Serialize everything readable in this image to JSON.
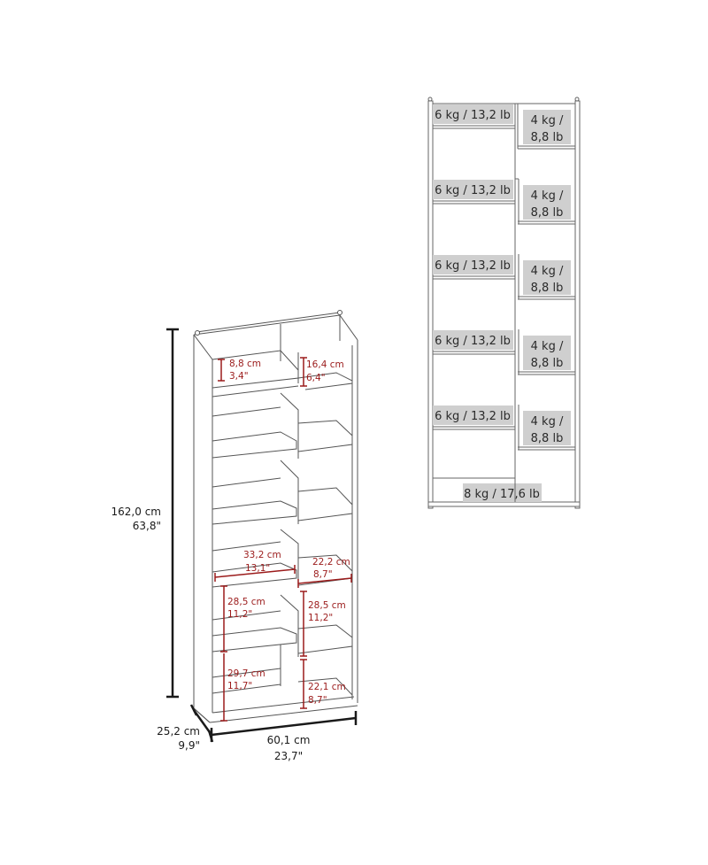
{
  "colors": {
    "background": "#ffffff",
    "outline": "#555555",
    "dimension_black": "#1a1a1a",
    "dimension_red": "#9b1b1b",
    "load_label_bg": "#cfcfcf"
  },
  "overall_dimensions": {
    "height": {
      "cm": "162,0 cm",
      "in": "63,8\""
    },
    "depth": {
      "cm": "25,2 cm",
      "in": "9,9\""
    },
    "width": {
      "cm": "60,1 cm",
      "in": "23,7\""
    }
  },
  "internal_dimensions": [
    {
      "id": "top-left-gap",
      "cm": "8,8 cm",
      "in": "3,4\""
    },
    {
      "id": "top-right-gap",
      "cm": "16,4 cm",
      "in": "6,4\""
    },
    {
      "id": "left-shelf-width",
      "cm": "33,2 cm",
      "in": "13,1\""
    },
    {
      "id": "right-shelf-width",
      "cm": "22,2 cm",
      "in": "8,7\""
    },
    {
      "id": "left-lower-compartment",
      "cm": "28,5 cm",
      "in": "11,2\""
    },
    {
      "id": "right-lower-compartment",
      "cm": "28,5 cm",
      "in": "11,2\""
    },
    {
      "id": "left-bottom-compartment",
      "cm": "29,7 cm",
      "in": "11,7\""
    },
    {
      "id": "right-bottom-compartment",
      "cm": "22,1 cm",
      "in": "8,7\""
    }
  ],
  "load_capacity": {
    "left_shelves": [
      {
        "label": "6 kg / 13,2 lb"
      },
      {
        "label": "6 kg / 13,2 lb"
      },
      {
        "label": "6 kg / 13,2 lb"
      },
      {
        "label": "6 kg / 13,2 lb"
      },
      {
        "label": "6 kg / 13,2 lb"
      }
    ],
    "right_shelves": [
      {
        "line1": "4 kg /",
        "line2": "8,8 lb"
      },
      {
        "line1": "4 kg /",
        "line2": "8,8 lb"
      },
      {
        "line1": "4 kg /",
        "line2": "8,8 lb"
      },
      {
        "line1": "4 kg /",
        "line2": "8,8 lb"
      },
      {
        "line1": "4 kg /",
        "line2": "8,8 lb"
      }
    ],
    "bottom": {
      "label": "8 kg / 17,6 lb"
    }
  }
}
